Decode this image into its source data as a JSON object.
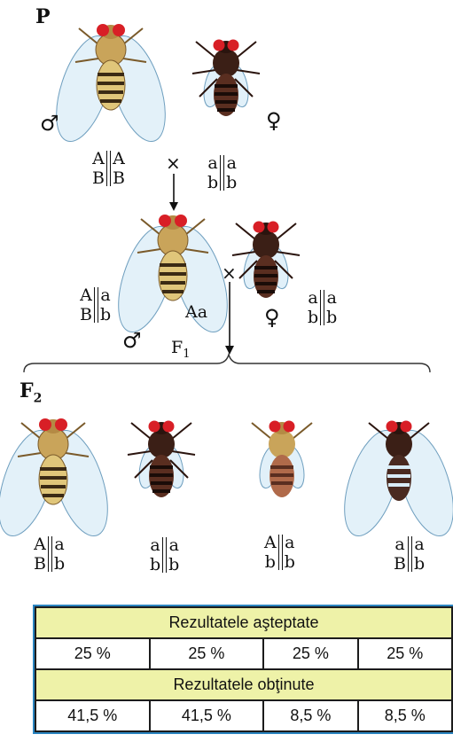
{
  "generations": {
    "p_label": "P",
    "f1_label": "F",
    "f1_sub": "1",
    "f2_label": "F",
    "f2_sub": "2"
  },
  "symbols": {
    "male": "♂",
    "female": "♀",
    "cross": "×"
  },
  "parents": {
    "male_genotype": {
      "top_left": "A",
      "top_right": "A",
      "bottom_left": "B",
      "bottom_right": "B"
    },
    "female_genotype": {
      "top_left": "a",
      "top_right": "a",
      "bottom_left": "b",
      "bottom_right": "b"
    }
  },
  "f1": {
    "male_genotype": {
      "top_left": "A",
      "top_right": "a",
      "bottom_left": "B",
      "bottom_right": "b"
    },
    "male_extra": "Aa",
    "female_genotype": {
      "top_left": "a",
      "top_right": "a",
      "bottom_left": "b",
      "bottom_right": "b"
    }
  },
  "f2": [
    {
      "top_left": "A",
      "top_right": "a",
      "bottom_left": "B",
      "bottom_right": "b"
    },
    {
      "top_left": "a",
      "top_right": "a",
      "bottom_left": "b",
      "bottom_right": "b"
    },
    {
      "top_left": "A",
      "top_right": "a",
      "bottom_left": "b",
      "bottom_right": "b"
    },
    {
      "top_left": "a",
      "top_right": "a",
      "bottom_left": "B",
      "bottom_right": "b"
    }
  ],
  "results": {
    "expected_header": "Rezultatele aşteptate",
    "expected": [
      "25 %",
      "25 %",
      "25 %",
      "25 %"
    ],
    "obtained_header": "Rezultatele obţinute",
    "obtained": [
      "41,5 %",
      "41,5 %",
      "8,5 %",
      "8,5 %"
    ]
  },
  "colors": {
    "table_header_bg": "#eef2a8",
    "table_frame": "#2a84c0",
    "fly_eye": "#d81f26",
    "fly_gray_body": "#c9a45a",
    "fly_black_body": "#3b1f16"
  }
}
